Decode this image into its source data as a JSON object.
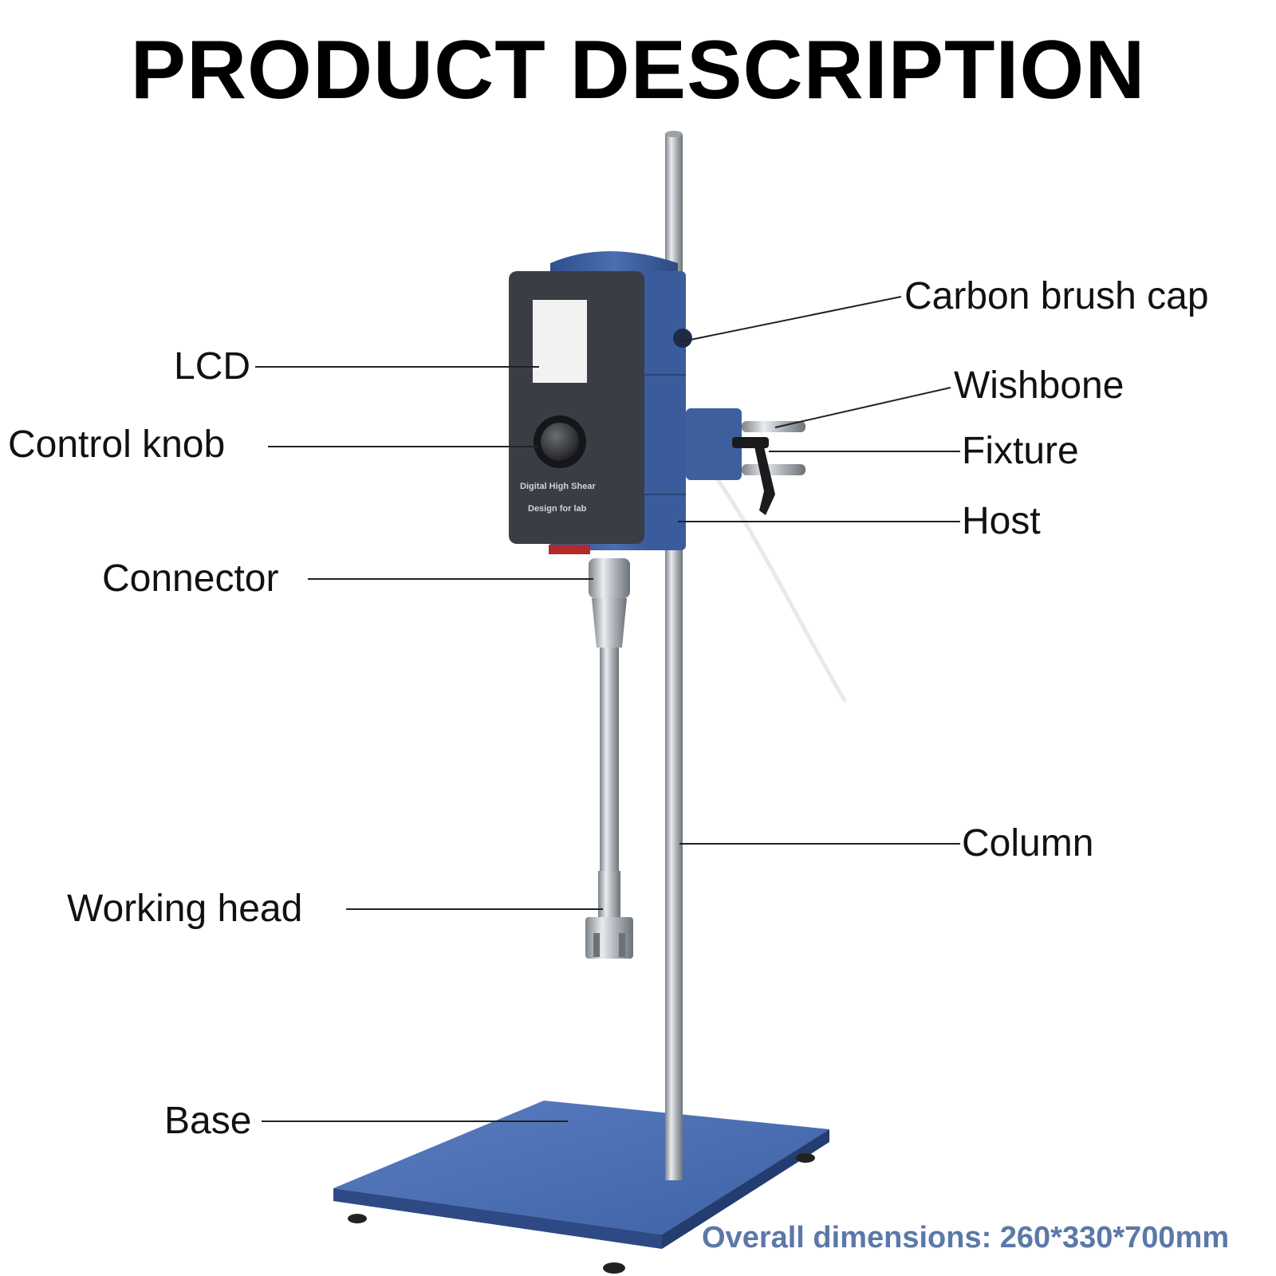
{
  "title": "PRODUCT DESCRIPTION",
  "device_panel": {
    "line1": "Digital High Shear",
    "line2": "Design for lab"
  },
  "labels": {
    "carbon_brush_cap": "Carbon brush cap",
    "lcd": "LCD",
    "wishbone": "Wishbone",
    "control_knob": "Control knob",
    "fixture": "Fixture",
    "host": "Host",
    "connector": "Connector",
    "column": "Column",
    "working_head": "Working head",
    "base": "Base"
  },
  "dimensions": "Overall dimensions: 260*330*700mm",
  "colors": {
    "body_blue": "#3d5f9e",
    "panel_dark": "#3a3d44",
    "steel": "#b9bec4",
    "dimension_text": "#5b78a8"
  }
}
